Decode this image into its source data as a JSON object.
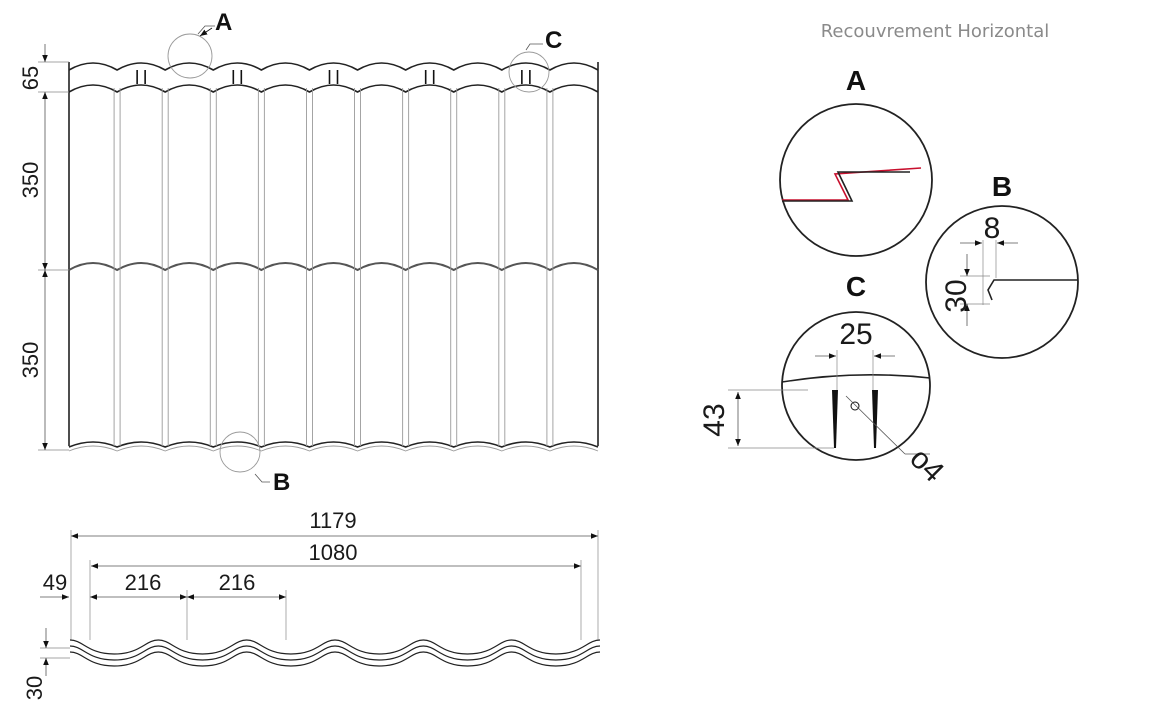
{
  "title": "Recouvrement Horizontal",
  "callouts": {
    "a": "A",
    "b": "B",
    "c": "C"
  },
  "dimensions": {
    "step_top": "65",
    "row_1": "350",
    "row_2": "350",
    "total_width": "1179",
    "useful_width": "1080",
    "edge": "49",
    "pitch_1": "216",
    "pitch_2": "216",
    "profile_height": "30",
    "detail_b_gap": "8",
    "detail_b_height": "30",
    "detail_c_width": "25",
    "detail_c_height": "43",
    "detail_c_hole": "o4"
  },
  "colors": {
    "line": "#222222",
    "accent": "#c8102e",
    "title": "#8a8a8a"
  }
}
